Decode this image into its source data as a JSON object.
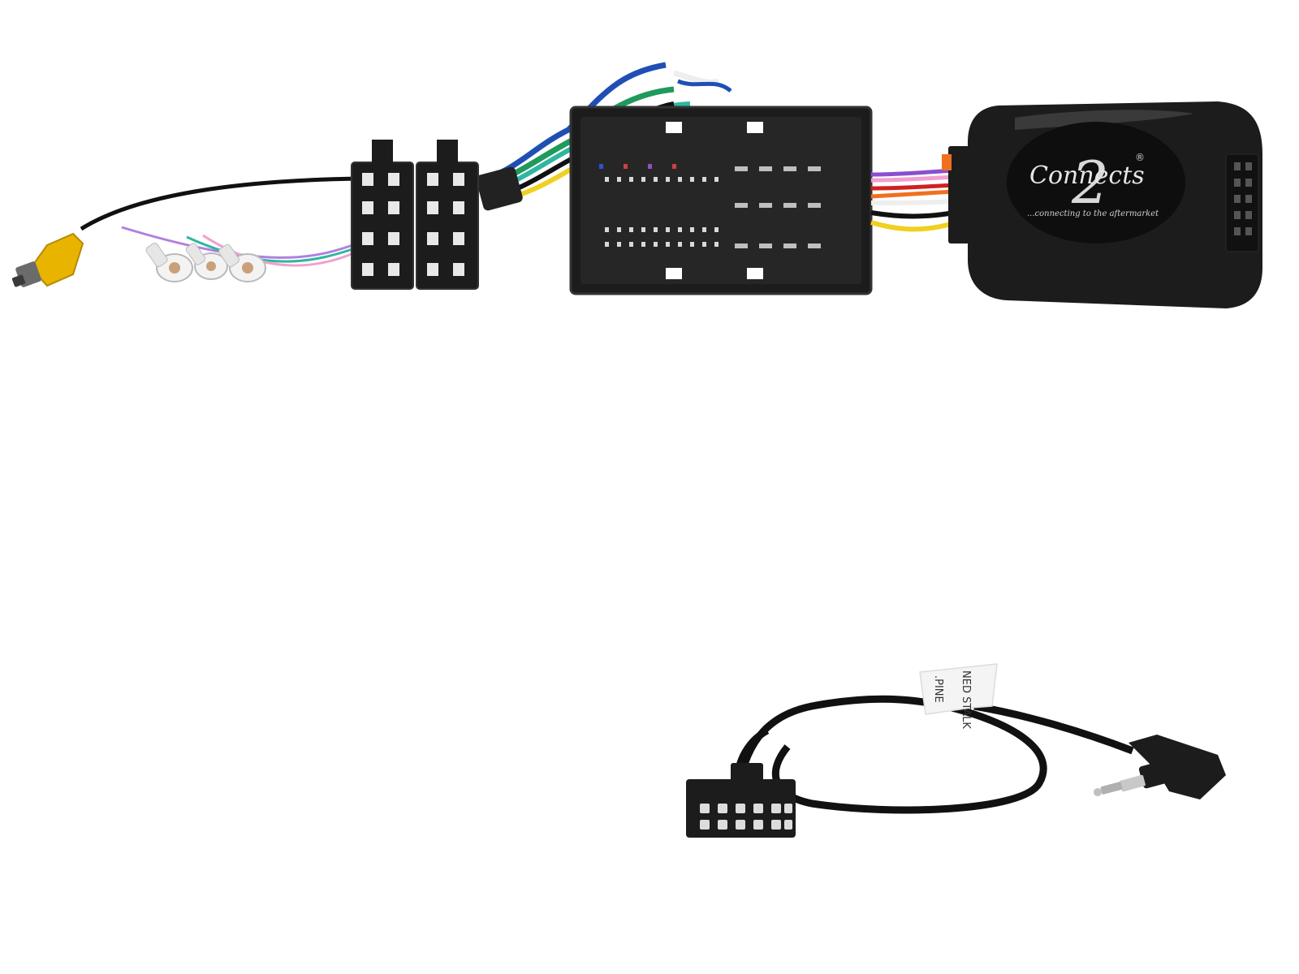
{
  "photo": {
    "subject": "steering wheel control interface wiring harness with patch lead",
    "colors": {
      "background": "#ffffff",
      "housing": "#1c1c1c",
      "housing_light": "#333333",
      "pin": "#e8e8e8",
      "rca_yellow": "#e8b400",
      "wire_black": "#111111",
      "wire_blue": "#1f4fb5",
      "wire_green": "#1f9a5c",
      "wire_teal": "#2fb6a0",
      "wire_white": "#eeeeee",
      "wire_yellow": "#f0d020",
      "wire_orange": "#f07020",
      "wire_red": "#d02020",
      "wire_purple": "#8a4fd0",
      "wire_pink": "#f0a0d0",
      "wire_violet": "#b080e0"
    }
  },
  "interface_box": {
    "logo_numeral": "2",
    "logo_brand": "Connects",
    "logo_registered": "®",
    "logo_tagline": "...connecting to the aftermarket"
  },
  "patch_lead": {
    "label_line1": ".PINE",
    "label_line2": "NED STALK"
  }
}
